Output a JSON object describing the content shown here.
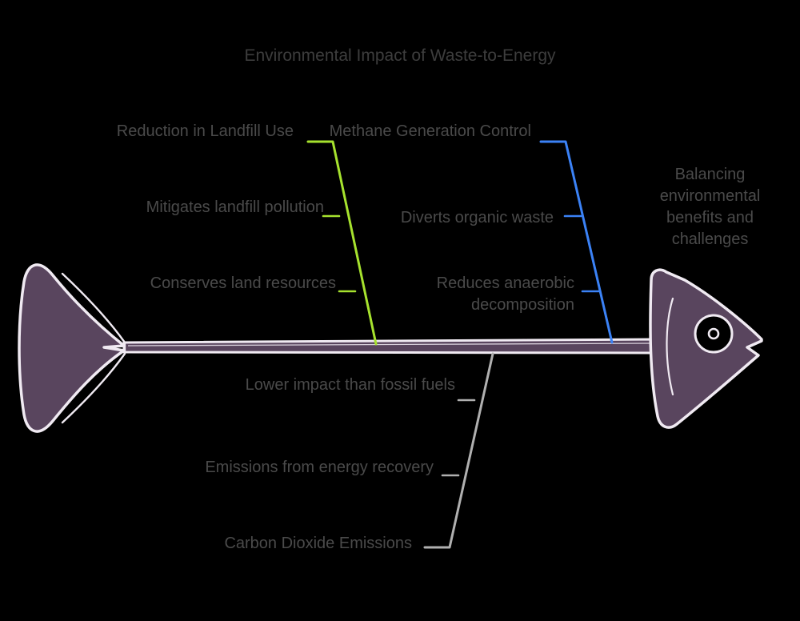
{
  "title": "Environmental Impact of Waste-to-Energy",
  "effect": {
    "label": "Balancing environmental benefits and challenges"
  },
  "colors": {
    "background": "#000000",
    "fish_fill": "#59455e",
    "fish_stroke": "#f0eaf2",
    "text": "#4a4a4a",
    "title_text": "#3d3d3d",
    "branch_green": "#a6e22e",
    "branch_blue": "#3b82f6",
    "branch_gray": "#b0b0b0"
  },
  "categories": [
    {
      "label": "Reduction in Landfill Use",
      "color": "#a6e22e",
      "side": "top",
      "items": [
        "Mitigates landfill pollution",
        "Conserves land resources"
      ]
    },
    {
      "label": "Methane Generation Control",
      "color": "#3b82f6",
      "side": "top",
      "items": [
        "Diverts organic waste",
        "Reduces anaerobic decomposition"
      ]
    },
    {
      "label": "Carbon Dioxide Emissions",
      "color": "#b0b0b0",
      "side": "bottom",
      "items": [
        "Lower impact than fossil fuels",
        "Emissions from energy recovery"
      ]
    }
  ],
  "icons": {
    "fish_head": "fish-head-icon",
    "fish_tail": "fish-tail-icon",
    "fish_eye": "fish-eye-icon",
    "fish_gill": "fish-gill-icon",
    "fish_mouth": "fish-mouth-icon"
  }
}
